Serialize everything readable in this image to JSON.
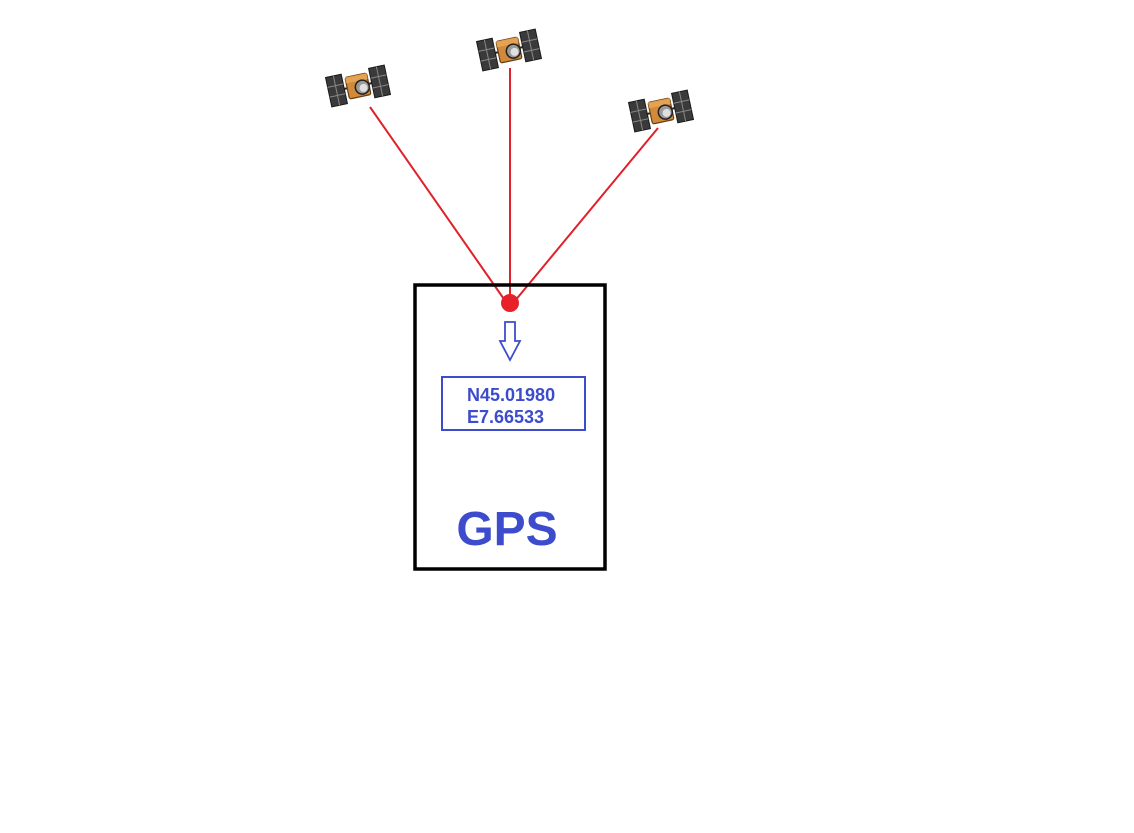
{
  "colors": {
    "signal": "#e0202a",
    "receiver_dot": "#e8202a",
    "accent_blue": "#3d4ccc",
    "device_border": "#000000",
    "satellite_body": "#d08a3a",
    "satellite_panel": "#3a3a3a",
    "background": "#ffffff"
  },
  "satellites": [
    {
      "name": "satellite-left",
      "icon": "satellite-icon"
    },
    {
      "name": "satellite-center",
      "icon": "satellite-icon"
    },
    {
      "name": "satellite-right",
      "icon": "satellite-icon"
    }
  ],
  "device": {
    "icon": "down-arrow-icon",
    "coordinates": {
      "latitude": "N45.01980",
      "longitude": "E7.66533"
    },
    "label": "GPS"
  }
}
